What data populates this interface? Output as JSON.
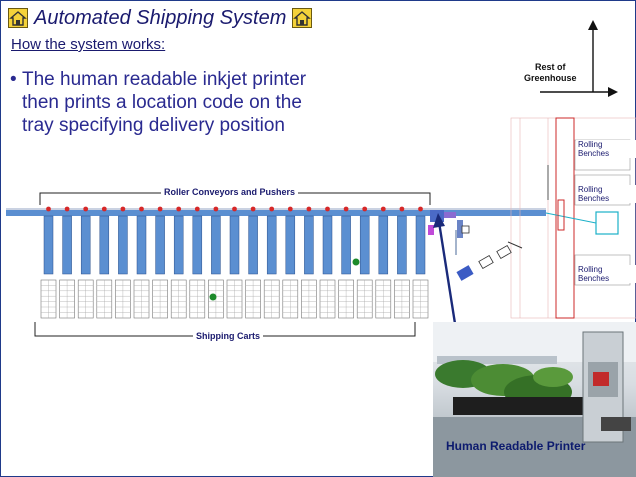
{
  "header": {
    "title": "Automated Shipping System",
    "logo_icon": "greenhouse-logo-icon"
  },
  "section_heading": "How the system works:",
  "bullet_text": "The human readable inkjet printer then prints a location code on the tray specifying delivery position",
  "diagram": {
    "conveyor_label": "Roller Conveyors and Pushers",
    "carts_label": "Shipping Carts",
    "rest_label_line1": "Rest of",
    "rest_label_line2": "Greenhouse",
    "benches": [
      "Rolling Benches",
      "Rolling Benches",
      "Rolling Benches"
    ],
    "printer_label": "Human Readable Printer"
  },
  "colors": {
    "accent": "#1a1a6e",
    "conveyor": "#5b8fd1",
    "pusher": "#d62828"
  }
}
